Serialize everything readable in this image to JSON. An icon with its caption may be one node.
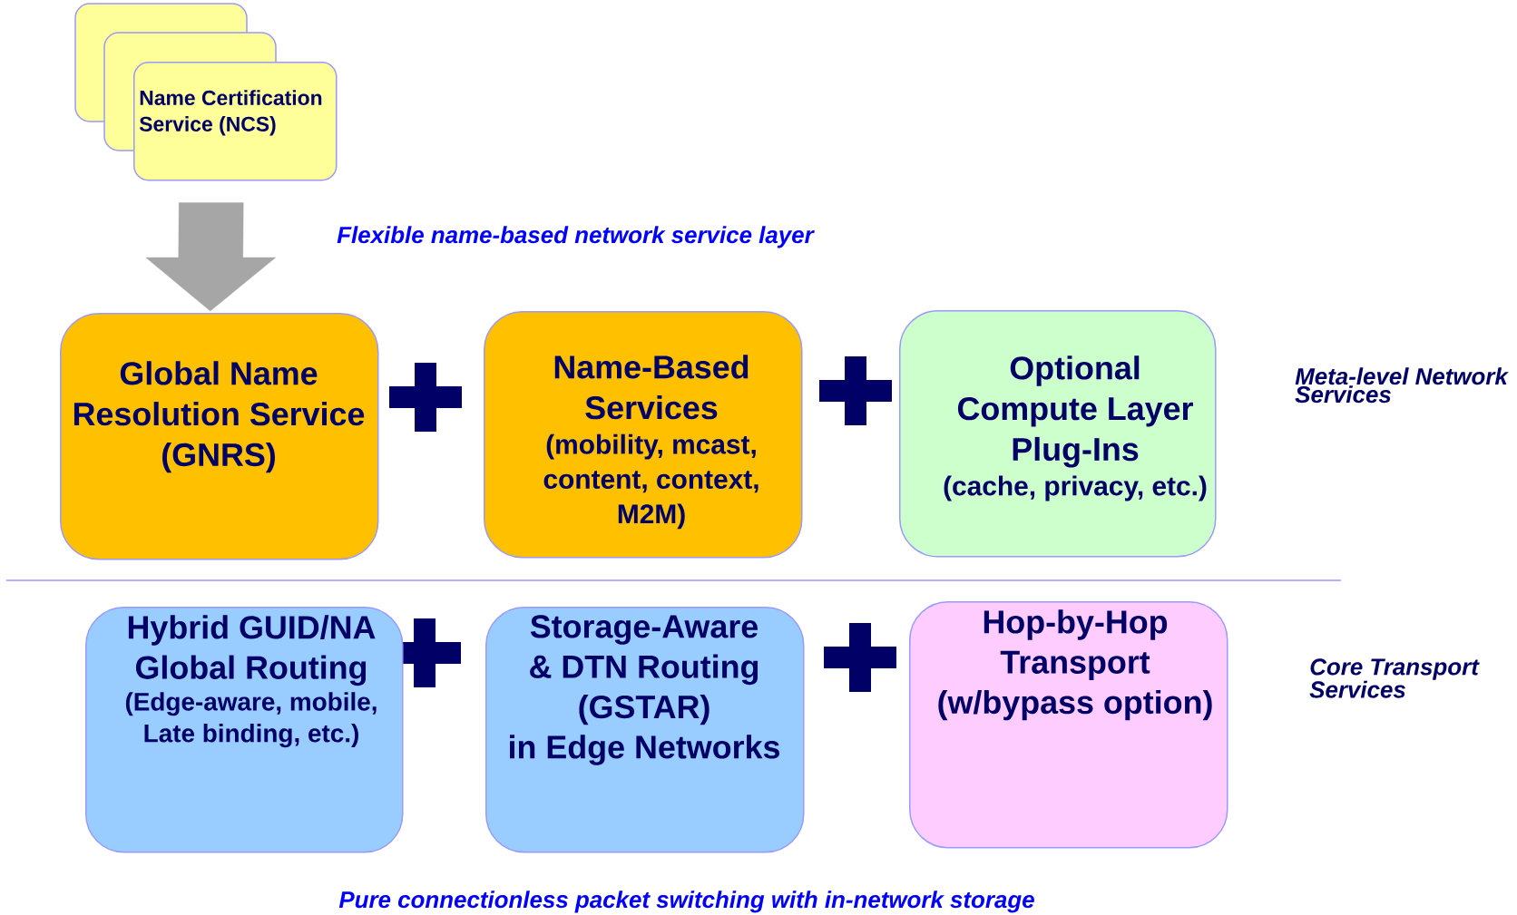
{
  "diagram": {
    "nodes": [
      {
        "text": [
          "Name Certification Service (NCS)"
        ]
      },
      {
        "text": [
          "Global Name Resolution Service (GNRS)"
        ]
      },
      {
        "text": [
          "Name-Based Services",
          "(mobility, mcast, content, context, M2M)"
        ]
      },
      {
        "text": [
          "Optional Compute Layer Plug-Ins",
          "(cache, privacy, etc.)"
        ]
      },
      {
        "text": [
          "Hybrid GUID/NA Global Routing",
          "(Edge-aware, mobile, Late binding, etc.)"
        ]
      },
      {
        "text": [
          "Storage-Aware & DTN Routing (GSTAR)",
          "in Edge Networks"
        ]
      },
      {
        "text": [
          "Hop-by-Hop Transport",
          "(w/bypass option)"
        ]
      }
    ],
    "edges": [
      {
        "from": 0,
        "to": 1,
        "arrow": "to"
      }
    ],
    "labels": [
      "Flexible name-based network service layer",
      "Meta-level Network Services",
      "Core Transport Services",
      "Pure connectionless packet switching with in-network storage"
    ]
  }
}
